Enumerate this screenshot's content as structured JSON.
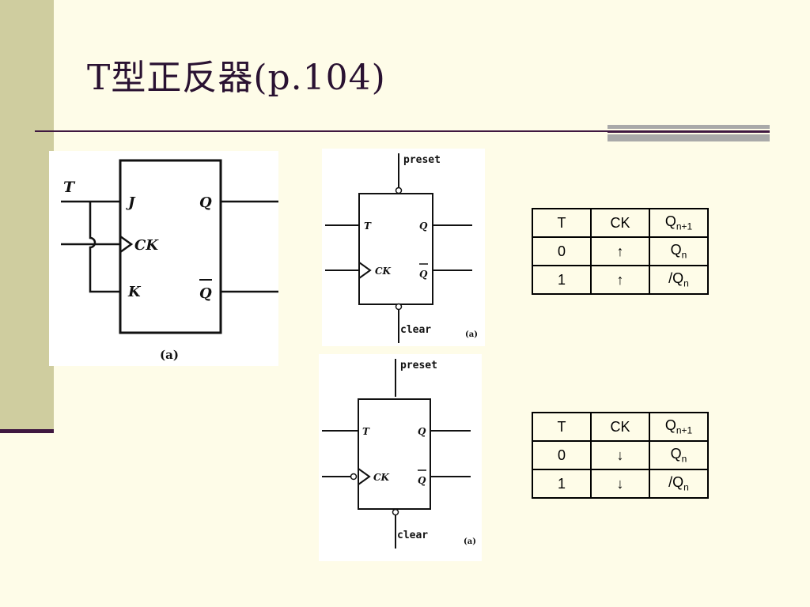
{
  "title": "T型正反器(p.104)",
  "figures": {
    "jk": {
      "input": "T",
      "j": "J",
      "ck": "CK",
      "k": "K",
      "q": "Q",
      "qbar": "Q",
      "caption": "(a)"
    },
    "rising": {
      "preset": "preset",
      "clear": "clear",
      "t": "T",
      "ck": "CK",
      "q": "Q",
      "qbar": "Q",
      "caption": "(a)"
    },
    "falling": {
      "preset": "preset",
      "clear": "clear",
      "t": "T",
      "ck": "CK",
      "q": "Q",
      "qbar": "Q",
      "caption": "(a)"
    }
  },
  "tables": [
    {
      "headers": {
        "t": "T",
        "ck": "CK",
        "q": "Q",
        "q_sub": "n+1"
      },
      "rows": [
        {
          "t": "0",
          "ck": "↑",
          "q": "Q",
          "q_sub": "n"
        },
        {
          "t": "1",
          "ck": "↑",
          "q": "/Q",
          "q_sub": "n"
        }
      ]
    },
    {
      "headers": {
        "t": "T",
        "ck": "CK",
        "q": "Q",
        "q_sub": "n+1"
      },
      "rows": [
        {
          "t": "0",
          "ck": "↓",
          "q": "Q",
          "q_sub": "n"
        },
        {
          "t": "1",
          "ck": "↓",
          "q": "/Q",
          "q_sub": "n"
        }
      ]
    }
  ]
}
